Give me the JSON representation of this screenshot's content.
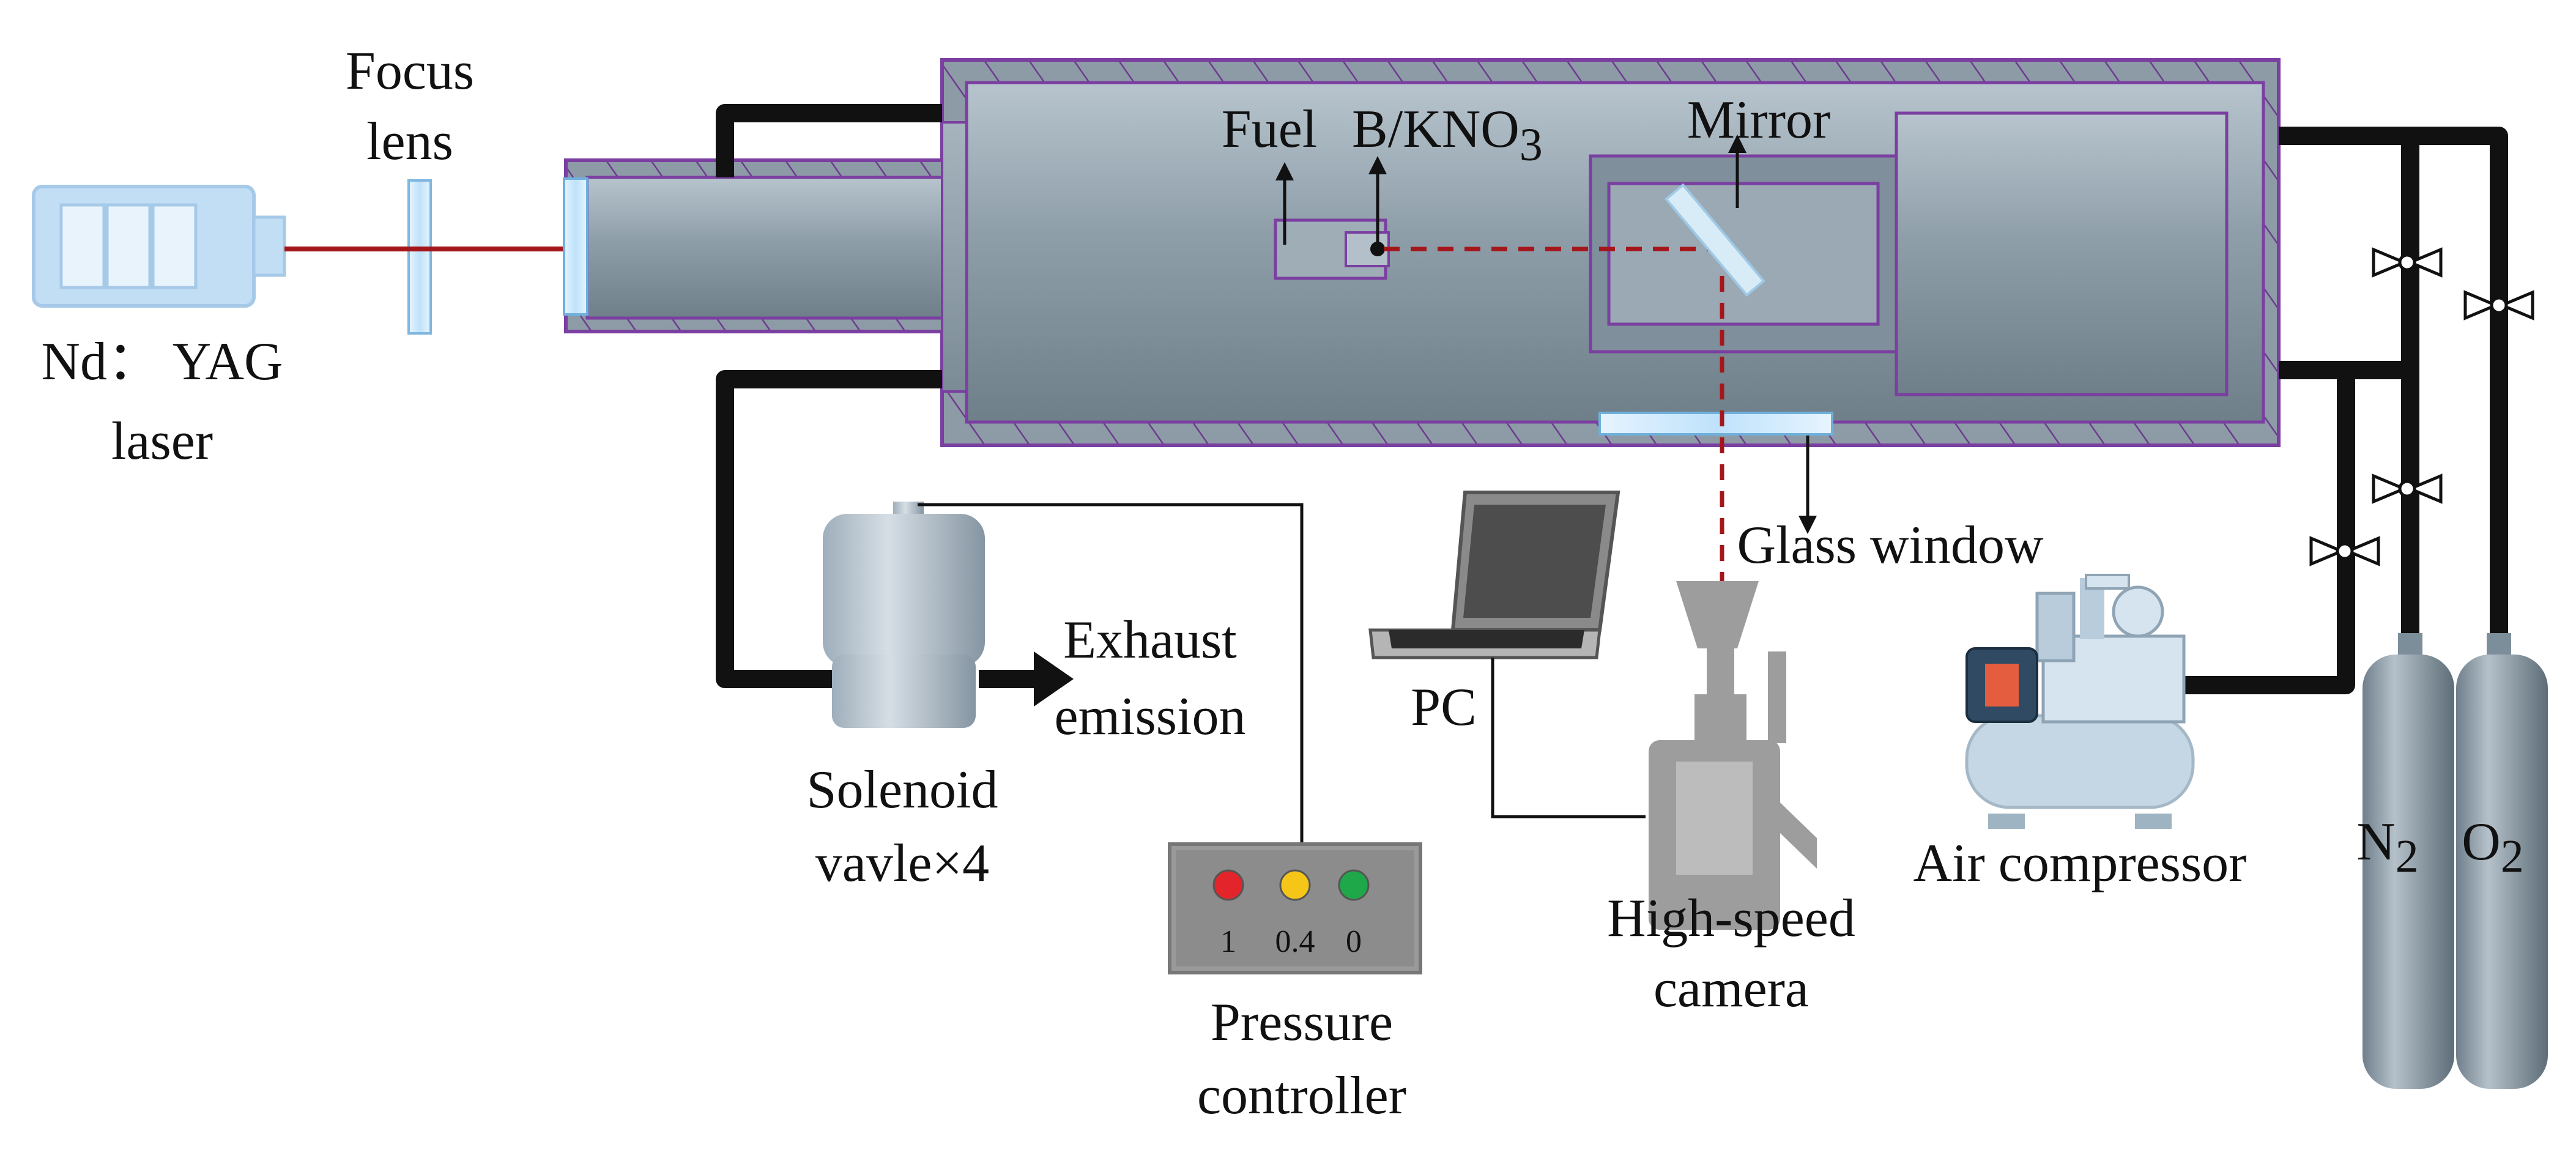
{
  "labels": {
    "focus_lens_1": "Focus",
    "focus_lens_2": "lens",
    "laser_1": "Nd： YAG",
    "laser_2": "laser",
    "fuel": "Fuel",
    "boron_prefix": "B/KNO",
    "boron_sub": "3",
    "mirror": "Mirror",
    "glass_window": "Glass window",
    "exhaust_1": "Exhaust",
    "exhaust_2": "emission",
    "solenoid_1": "Solenoid",
    "solenoid_2": "vavle×4",
    "pc": "PC",
    "camera_1": "High-speed",
    "camera_2": "camera",
    "pressure_1": "Pressure",
    "pressure_2": "controller",
    "air_compressor": "Air compressor",
    "n2_main": "N",
    "n2_sub": "2",
    "o2_main": "O",
    "o2_sub": "2"
  },
  "pressure_controller": {
    "indicators": [
      {
        "value": "1",
        "color": "#e3242b"
      },
      {
        "value": "0.4",
        "color": "#f5c518"
      },
      {
        "value": "0",
        "color": "#1fa84a"
      }
    ]
  },
  "colors": {
    "chamber_fill": "#8fa0ad",
    "chamber_outline": "#7a3fa0",
    "laser_beam": "#a4161a",
    "pipe": "#111111",
    "equipment": "#a9b1b8",
    "laser_head": "#b9d9f5"
  }
}
